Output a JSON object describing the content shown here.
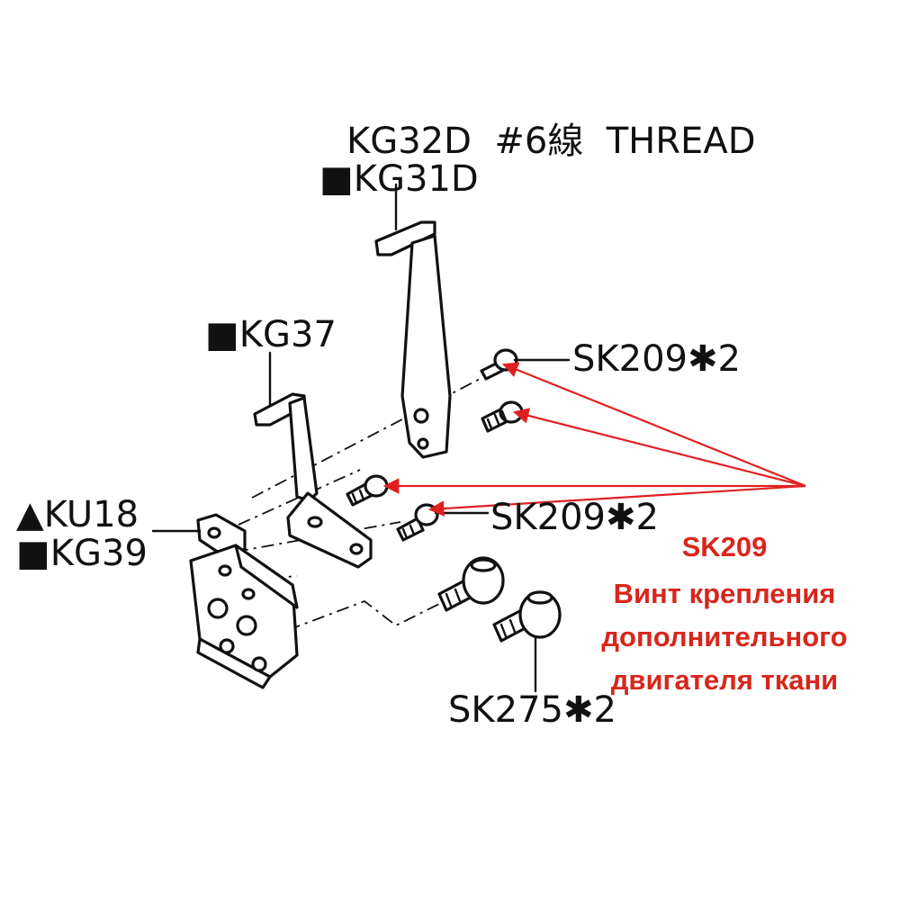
{
  "labels": {
    "kg32d": "KG32D  #6線  THREAD",
    "kg31d": "■KG31D",
    "kg37": "■KG37",
    "ku18": "▲KU18",
    "kg39": "■KG39",
    "sk209_upper": "SK209✱2",
    "sk209_lower": "SK209✱2",
    "sk275": "SK275✱2"
  },
  "annotation": {
    "code": "SK209",
    "line1": "Винт крепления",
    "line2": "дополнительного",
    "line3": "двигателя ткани",
    "color": "#d8261c"
  },
  "colors": {
    "arrow": "#e02020",
    "ink": "#111111"
  }
}
